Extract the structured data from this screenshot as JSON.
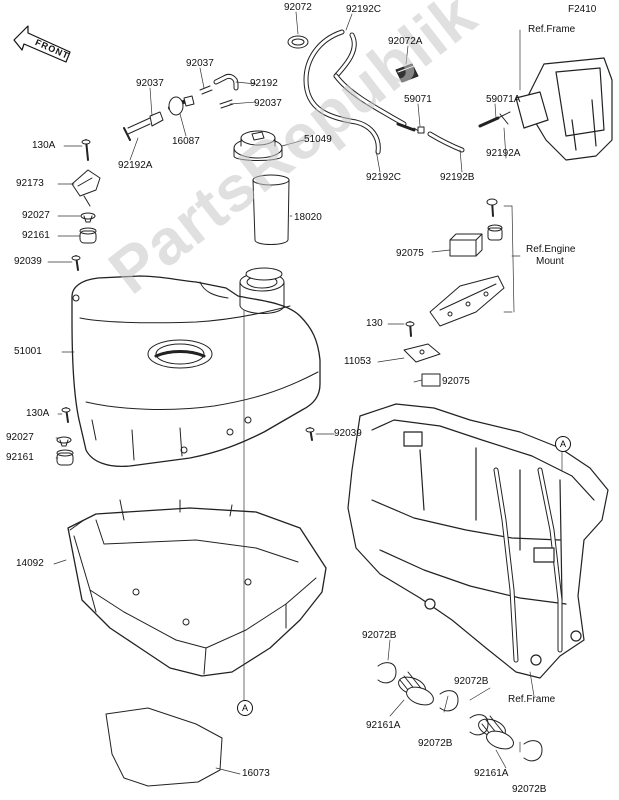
{
  "figure_code": "F2410",
  "watermark": "PartsRepublik",
  "front_arrow": "FRONT",
  "callout_letter": "A",
  "refs": {
    "frame_top": "Ref.Frame",
    "engine_mount_1": "Ref.Engine",
    "engine_mount_2": "Mount",
    "frame_bottom": "Ref.Frame"
  },
  "parts": {
    "p92072": "92072",
    "p92192C_top": "92192C",
    "p92072A": "92072A",
    "p92037_a": "92037",
    "p92037_b": "92037",
    "p92192": "92192",
    "p92037_c": "92037",
    "p16087": "16087",
    "p51049": "51049",
    "p59071": "59071",
    "p59071A": "59071A",
    "p92192A_left": "92192A",
    "p92192C_bottom": "92192C",
    "p92192B": "92192B",
    "p92192A_right": "92192A",
    "p130A_top": "130A",
    "p92173": "92173",
    "p92027_top": "92027",
    "p92161_top": "92161",
    "p18020": "18020",
    "p92039_left": "92039",
    "p92075_top": "92075",
    "p51001": "51001",
    "p130": "130",
    "p11053": "11053",
    "p92075_bottom": "92075",
    "p130A_mid": "130A",
    "p92027_mid": "92027",
    "p92039_mid": "92039",
    "p92161_mid": "92161",
    "p14092": "14092",
    "p92072B_a": "92072B",
    "p92072B_b": "92072B",
    "p92161A_a": "92161A",
    "p92072B_c": "92072B",
    "p92161A_b": "92161A",
    "p16073": "16073",
    "p92072B_d": "92072B"
  }
}
